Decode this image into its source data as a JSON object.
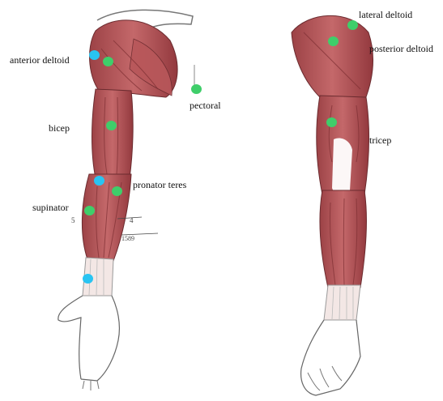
{
  "colors": {
    "muscle": "#b8575a",
    "muscle_dark": "#8e3a3e",
    "tendon": "#f0e4e2",
    "outline": "#555555",
    "green_marker": "#3fce6a",
    "blue_marker": "#29c4f2"
  },
  "front_arm": {
    "labels": {
      "anterior_deltoid": "anterior deltoid",
      "bicep": "bicep",
      "pronator_teres": "pronator teres",
      "supinator": "supinator",
      "pectoral": "pectoral"
    },
    "handwriting": [
      "5",
      "4",
      "1589"
    ]
  },
  "back_arm": {
    "labels": {
      "lateral_deltoid": "lateral deltoid",
      "posterior_deltoid": "posterior deltoid",
      "tricep": "tricep"
    }
  },
  "markers": [
    {
      "id": "anterior-deltoid-blue",
      "color": "blue"
    },
    {
      "id": "anterior-deltoid-green",
      "color": "green"
    },
    {
      "id": "pectoral-green",
      "color": "green"
    },
    {
      "id": "bicep-green",
      "color": "green"
    },
    {
      "id": "elbow-blue",
      "color": "blue"
    },
    {
      "id": "pronator-teres-green",
      "color": "green"
    },
    {
      "id": "supinator-green",
      "color": "green"
    },
    {
      "id": "wrist-blue",
      "color": "blue"
    },
    {
      "id": "lateral-deltoid-green",
      "color": "green"
    },
    {
      "id": "posterior-deltoid-green",
      "color": "green"
    },
    {
      "id": "tricep-green",
      "color": "green"
    }
  ]
}
